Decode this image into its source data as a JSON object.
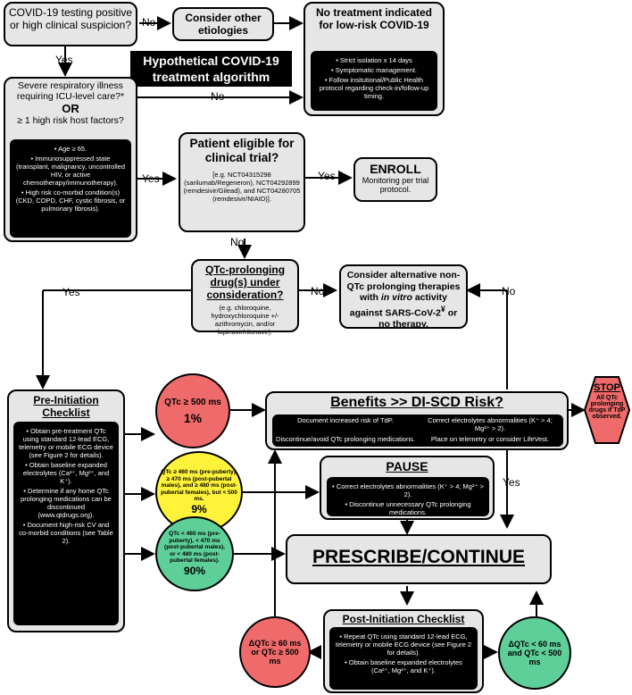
{
  "title": {
    "line1": "Hypothetical COVID-19",
    "line2": "treatment algorithm"
  },
  "start": {
    "text": "COVID-19 testing positive or high clinical suspicion?"
  },
  "other": {
    "text": "Consider other etiologies"
  },
  "no_treatment": {
    "title": "No treatment indicated for low-risk COVID-19",
    "items": [
      "Strict isolation x 14 days",
      "Symptomatic management.",
      "Follow insitutional/Public Health protocol regarding check-in/follow-up timing."
    ]
  },
  "severe": {
    "q1": "Severe respiratory illness requiring ICU-level care?*",
    "or": "OR",
    "q2": "≥ 1 high risk host factors?",
    "items": [
      "Age ≥ 65.",
      "Immunosuppressed state (transplant, malignancy, uncontrolled HIV, or active chemotherapy/immunotherapy).",
      "High risk co-morbid condition(s) (CKD, COPD, CHF, cystic fibrosis, or pulmonary fibrosis)."
    ]
  },
  "trial": {
    "title": "Patient eligible for clinical trial?",
    "detail": "[e.g. NCT04315298 (sarilumab/Regeneron), NCT04292899 (remdesivir/Gilead), and NCT04280705 (remdesivir/NIAID)]."
  },
  "enroll": {
    "title": "ENROLL",
    "detail": "Monitoring per trial protocol."
  },
  "qtc_drug": {
    "title": "QTc-prolonging drug(s) under consideration?",
    "detail": "(e.g. chloroquine, hydroxychloroquine +/- azithromycin, and/or lopinavir/ritonavir)."
  },
  "alternative": {
    "pre": "Consider alternative non-QTc prolonging therapies with ",
    "em": "in vitro",
    "post": " activity against SARS-CoV-2",
    "mark": "¥",
    "tail": " or no therapy."
  },
  "benefits": {
    "title": "Benefits >> DI-SCD Risk?",
    "items": [
      "Document increased risk of TdP.",
      "Correct electrolytes abnormalities (K⁺ > 4; Mg²⁺ > 2).",
      "Discontinue/avoid QTc prolonging medications.",
      "Place on telemetry or consider LifeVest."
    ]
  },
  "stop": {
    "title": "STOP",
    "detail": "All QTc prolonging drugs if TdP observed."
  },
  "pre_checklist": {
    "title": "Pre-Initiation Checklist",
    "items": [
      "Obtain pre-treatment QTc using standard 12-lead ECG, telemetry or mobile ECG device (see Figure 2 for details).",
      "Obtain baseline expanded electrolytes (Ca²⁺, Mg²⁺, and K⁺).",
      "Determine if any home QTc prolonging medications can be discontinued (www.qtdrugs.org).",
      "Document high-risk CV and co-morbid conditions (see Table 2)."
    ]
  },
  "circle_red": {
    "text": "QTc ≥ 500 ms",
    "pct": "1%",
    "color": "#ef6b6b"
  },
  "circle_yellow": {
    "text": "QTc ≥ 460 ms (pre-puberty), ≥ 470 ms (post-pubertal males), and ≥ 480 ms (post-pubertal females), but < 500 ms.",
    "pct": "9%",
    "color": "#fff23a"
  },
  "circle_green": {
    "text": "QTc < 460 ms (pre-puberty), < 470 ms (post-pubertal males), or < 480 ms (post-pubertal females).",
    "pct": "90%",
    "color": "#5fcf9a"
  },
  "pause": {
    "title": "PAUSE",
    "items": [
      "Correct electrolytes abnormalities (K⁺ > 4; Mg²⁺ > 2).",
      "Discontinue unnecessary QTc prolonging medications."
    ]
  },
  "prescribe": {
    "title": "PRESCRIBE/CONTINUE"
  },
  "post_checklist": {
    "title": "Post-Initiation Checklist",
    "items": [
      "Repeat QTc using standard 12-lead ECG, telemetry or mobile ECG device (see Figure 2 for details).",
      "Obtain baseline expanded electrolytes (Ca²⁺, Mg²⁺, and K⁺)."
    ]
  },
  "circle_delta_red": {
    "text": "ΔQTc ≥ 60 ms or QTc ≥ 500 ms"
  },
  "circle_delta_green": {
    "text": "ΔQTc < 60 ms and QTc < 500 ms"
  },
  "labels": {
    "yes": "Yes",
    "no": "No"
  }
}
